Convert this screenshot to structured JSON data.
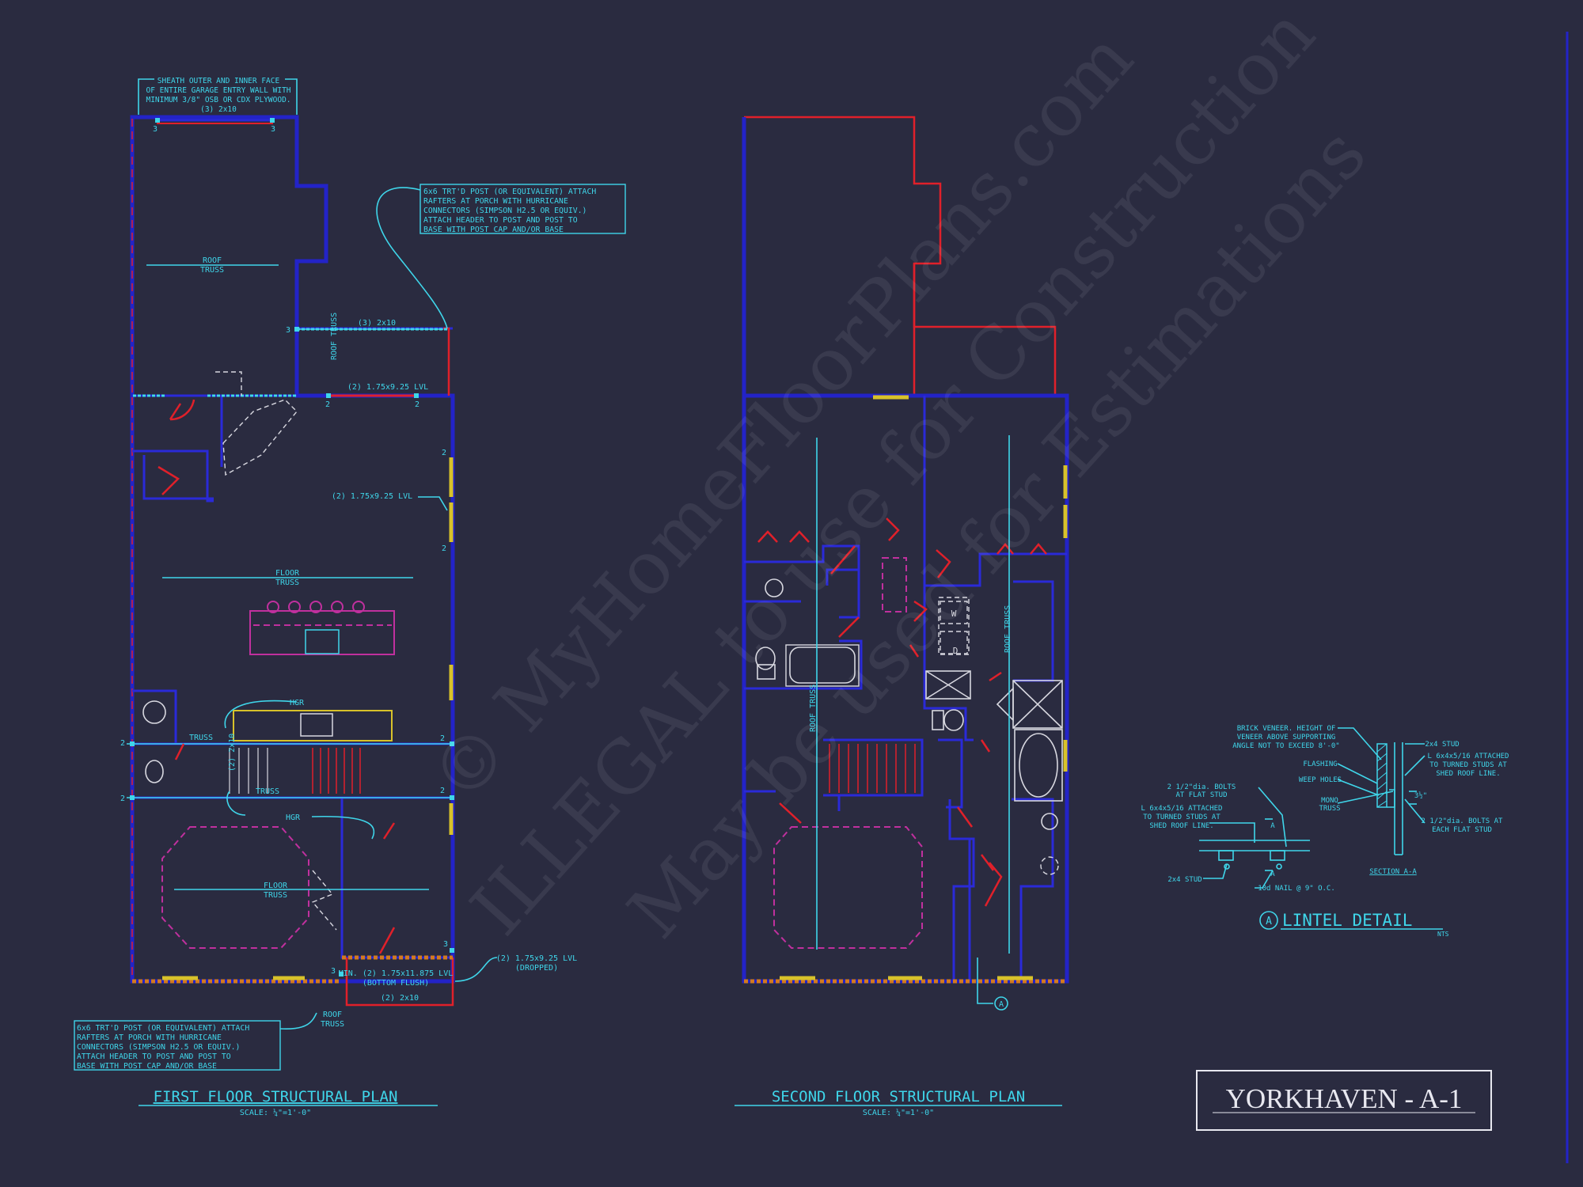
{
  "sheet_title": "YORKHAVEN - A-1",
  "watermark": {
    "line1": "© MyHomeFloorPlans.com",
    "line2": "ILLEGAL to use for Construction",
    "line3": "May be used for Estimations"
  },
  "first_floor": {
    "title": "FIRST FLOOR STRUCTURAL PLAN",
    "scale": "SCALE: ¼\"=1'-0\"",
    "note_sheath": [
      "SHEATH OUTER AND INNER FACE",
      "OF ENTIRE GARAGE ENTRY WALL WITH",
      "MINIMUM 3/8\" OSB OR CDX PLYWOOD.",
      "(3) 2x10"
    ],
    "note_post_top": [
      "6x6 TRT'D POST (OR EQUIVALENT) ATTACH",
      "RAFTERS AT PORCH WITH HURRICANE",
      "CONNECTORS (SIMPSON H2.5 OR EQUIV.)",
      "ATTACH HEADER TO POST AND POST TO",
      "BASE WITH POST CAP AND/OR BASE"
    ],
    "note_post_bottom": [
      "6x6 TRT'D POST (OR EQUIVALENT) ATTACH",
      "RAFTERS AT PORCH WITH HURRICANE",
      "CONNECTORS (SIMPSON H2.5 OR EQUIV.)",
      "ATTACH HEADER TO POST AND POST TO",
      "BASE WITH POST CAP AND/OR BASE"
    ],
    "labels": {
      "roof_truss": [
        "ROOF",
        "TRUSS"
      ],
      "roof_truss_v": "ROOF TRUSS",
      "beam_3_2x10": "(3) 2x10",
      "lvl_1": "(2) 1.75x9.25 LVL",
      "lvl_2": "(2) 1.75x9.25 LVL",
      "floor_truss_1": [
        "FLOOR",
        "TRUSS"
      ],
      "floor_truss_2": [
        "FLOOR",
        "TRUSS"
      ],
      "hgr_1": "HGR",
      "hgr_2": "HGR",
      "truss_1": "TRUSS",
      "truss_2": "TRUSS",
      "stair_2x10": "(2) 2x10",
      "min_lvl": "MIN. (2) 1.75x11.875 LVL",
      "bottom_flush": "(BOTTOM FLUSH)",
      "beam_2_2x10": "(2) 2x10",
      "lvl_dropped_1": "(2) 1.75x9.25 LVL",
      "lvl_dropped_2": "(DROPPED)",
      "roof_truss_2": [
        "ROOF",
        "TRUSS"
      ],
      "post_marks": [
        "3",
        "3",
        "3",
        "2",
        "2",
        "2",
        "2",
        "2",
        "2",
        "2",
        "2",
        "3",
        "3"
      ]
    }
  },
  "second_floor": {
    "title": "SECOND FLOOR STRUCTURAL PLAN",
    "scale": "SCALE: ¼\"=1'-0\"",
    "labels": {
      "roof_truss_v1": "ROOF TRUSS",
      "roof_truss_v2": "ROOF TRUSS",
      "washer": "W",
      "dryer": "D",
      "section_tag": "A"
    }
  },
  "lintel_detail": {
    "title": "LINTEL DETAIL",
    "tag": "A",
    "nts": "NTS",
    "section_label": "SECTION A-A",
    "notes": {
      "brick": [
        "BRICK VENEER. HEIGHT OF",
        "VENEER ABOVE SUPPORTING",
        "ANGLE NOT TO EXCEED 8'-0\""
      ],
      "flashing": "FLASHING",
      "weep": "WEEP HOLES",
      "mono": [
        "MONO",
        "TRUSS"
      ],
      "bolts_flat": [
        "2 1/2\"dia. BOLTS",
        "AT FLAT STUD"
      ],
      "angle_left": [
        "L 6x4x5/16 ATTACHED",
        "TO TURNED STUDS AT",
        "SHED ROOF LINE."
      ],
      "stud_2x4_left": "2x4 STUD",
      "nail": "10d NAIL @ 9\" O.C.",
      "stud_2x4_right": "2x4 STUD",
      "angle_right": [
        "L 6x4x5/16 ATTACHED",
        "TO TURNED STUDS AT",
        "SHED ROOF LINE."
      ],
      "bolts_each": [
        "2 1/2\"dia. BOLTS AT",
        "EACH FLAT STUD"
      ],
      "dim": "3½\"",
      "cut_a": "A"
    }
  },
  "colors": {
    "background": "#2a2b40",
    "wall": "#2323c8",
    "annotation": "#3fd6ea",
    "opening": "#e0202a",
    "header": "#d8c22a",
    "fixture": "#c0309e"
  }
}
